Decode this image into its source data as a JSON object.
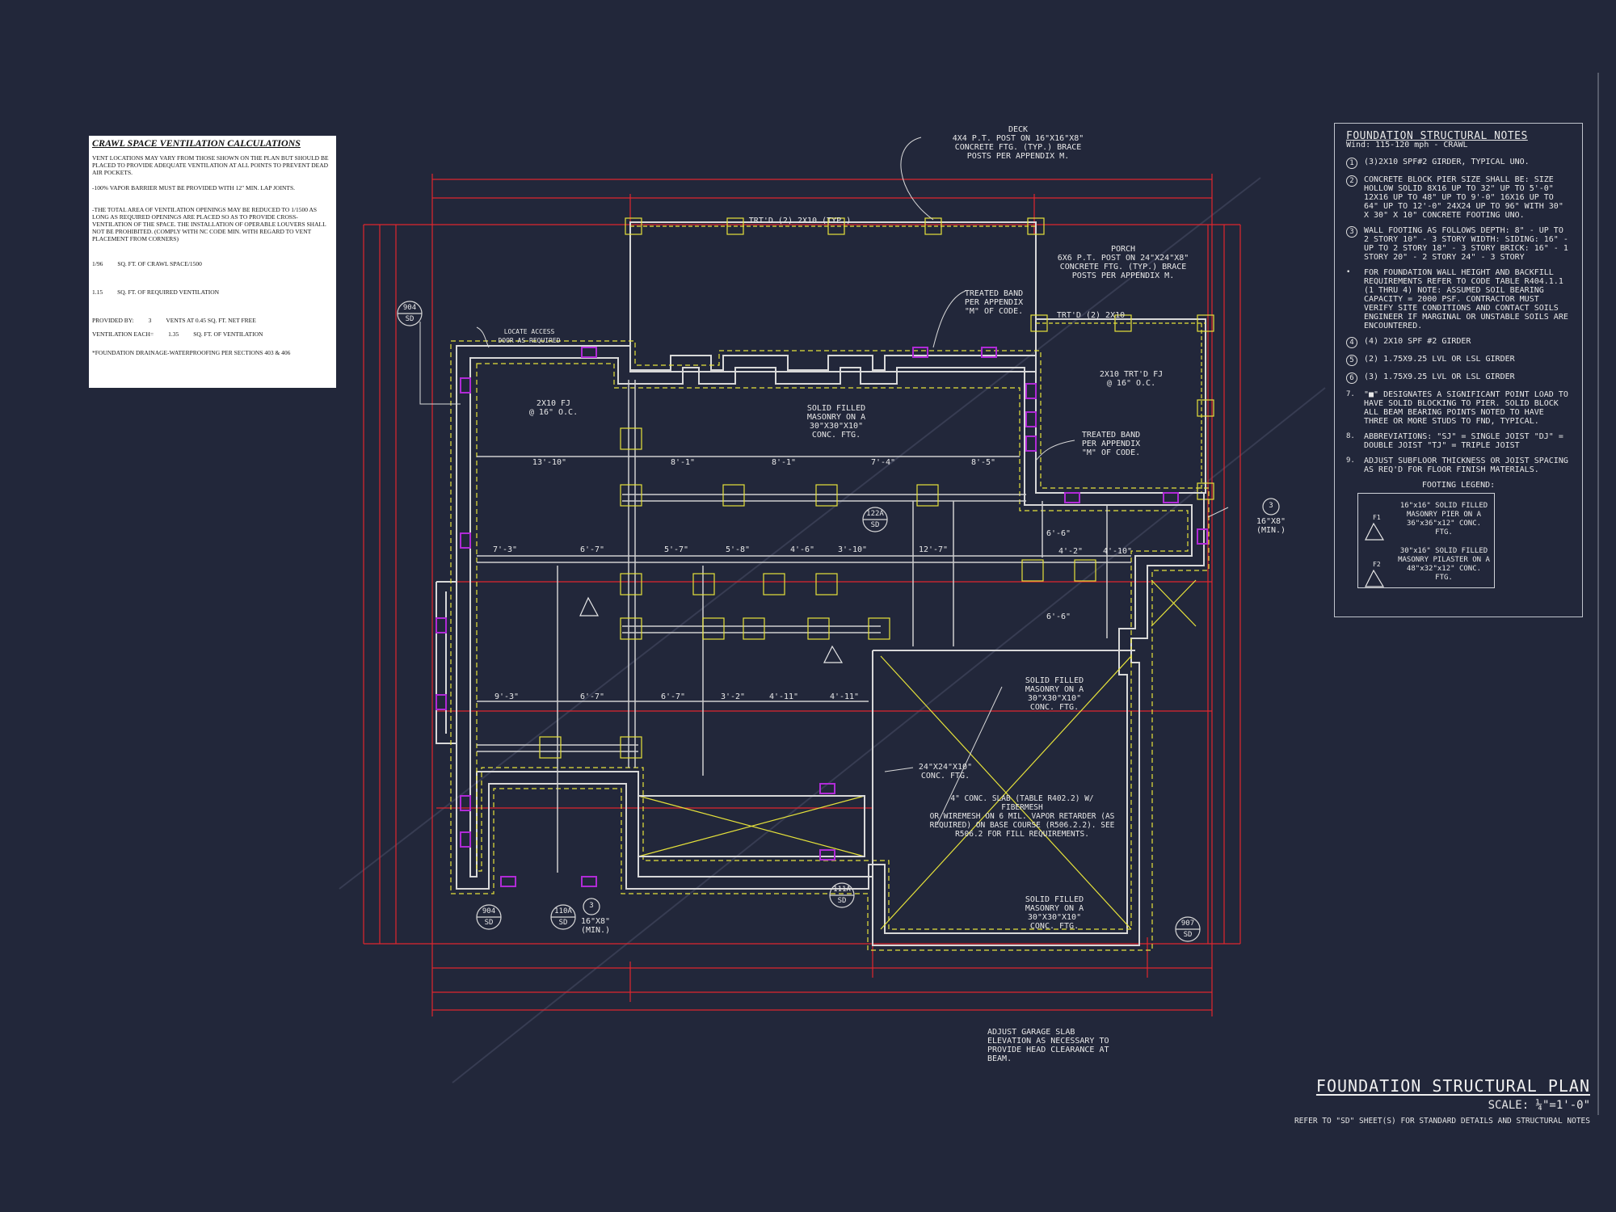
{
  "calc": {
    "title": "CRAWL SPACE VENTILATION CALCULATIONS",
    "p1": "VENT LOCATIONS MAY VARY FROM THOSE SHOWN ON THE PLAN BUT SHOULD BE PLACED TO PROVIDE ADEQUATE VENTILATION AT ALL POINTS TO PREVENT DEAD AIR POCKETS.",
    "p2": "-100% VAPOR BARRIER MUST BE PROVIDED WITH 12\" MIN. LAP JOINTS.",
    "p3": "-THE TOTAL AREA OF VENTILATION OPENINGS MAY BE REDUCED TO 1/1500 AS LONG AS REQUIRED OPENINGS ARE PLACED SO AS TO PROVIDE CROSS-VENTILATION OF THE SPACE. THE INSTALLATION OF OPERABLE LOUVERS SHALL NOT BE PROHIBITED. (COMPLY WITH NC CODE MIN. WITH REGARD TO VENT PLACEMENT FROM CORNERS)",
    "r1a": "1/96",
    "r1b": "SQ. FT. OF CRAWL SPACE/1500",
    "r2a": "1.15",
    "r2b": "SQ. FT. OF REQUIRED VENTILATION",
    "r3a": "PROVIDED BY:",
    "r3b": "3",
    "r3c": "VENTS AT 0.45 SQ. FT. NET FREE",
    "r4a": "VENTILATION EACH=",
    "r4b": "1.35",
    "r4c": "SQ. FT. OF VENTILATION",
    "foot": "*FOUNDATION DRAINAGE-WATERPROOFING PER SECTIONS 403 & 406"
  },
  "notes": {
    "title": "FOUNDATION STRUCTURAL NOTES",
    "wind": "Wind: 115-120 mph - CRAWL",
    "n1": "(3)2x10 SPF#2 GIRDER, TYPICAL UNO.",
    "n2": "CONCRETE BLOCK PIER SIZE SHALL BE: SIZE HOLLOW SOLID 8x16 UP TO 32\" UP TO 5'-0\" 12x16 UP TO 48\" UP TO 9'-0\" 16x16 UP TO 64\" UP TO 12'-0\" 24x24 UP TO 96\" WITH 30\" x 30\" x 10\" CONCRETE FOOTING UNO.",
    "n3": "WALL FOOTING AS FOLLOWS DEPTH: 8\" - UP TO 2 STORY 10\" - 3 STORY WIDTH: SIDING: 16\" - UP TO 2 STORY 18\" - 3 STORY BRICK: 16\" - 1 STORY 20\" - 2 STORY 24\" - 3 STORY",
    "n4b": "FOR FOUNDATION WALL HEIGHT AND BACKFILL REQUIREMENTS REFER TO CODE TABLE R404.1.1 (1 THRU 4) NOTE: ASSUMED SOIL BEARING CAPACITY = 2000 PSF. CONTRACTOR MUST VERIFY SITE CONDITIONS AND CONTACT SOILS ENGINEER IF MARGINAL OR UNSTABLE SOILS ARE ENCOUNTERED.",
    "n4": "(4) 2x10 SPF #2 GIRDER",
    "n5": "(2) 1.75x9.25 LVL OR LSL GIRDER",
    "n6": "(3) 1.75x9.25 LVL OR LSL GIRDER",
    "n7": "\"■\" DESIGNATES A SIGNIFICANT POINT LOAD TO HAVE SOLID BLOCKING TO PIER. SOLID BLOCK ALL BEAM BEARING POINTS NOTED TO HAVE THREE OR MORE STUDS TO FND, TYPICAL.",
    "n8": "ABBREVIATIONS: \"SJ\" = SINGLE JOIST \"DJ\" = DOUBLE JOIST \"TJ\" = TRIPLE JOIST",
    "n9": "ADJUST SUBFLOOR THICKNESS OR JOIST SPACING AS REQ'D FOR FLOOR FINISH MATERIALS.",
    "legend_title": "FOOTING LEGEND:",
    "f1_tag": "F1",
    "f1": "16\"x16\" SOLID FILLED MASONRY PIER ON A 36\"x36\"x12\" CONC. FTG.",
    "f2_tag": "F2",
    "f2": "30\"x16\" SOLID FILLED MASONRY PILASTER ON A 48\"x32\"x12\" CONC. FTG."
  },
  "labels": {
    "deck": "DECK\n4x4 P.T. POST ON 16\"x16\"x8\"\nCONCRETE FTG. (TYP.) BRACE\nPOSTS PER APPENDIX M.",
    "porch": "PORCH\n6x6 P.T. POST ON 24\"x24\"x8\"\nCONCRETE FTG. (TYP.) BRACE\nPOSTS PER APPENDIX M.",
    "trtd_deck": "TRT'D (2) 2x10 (TYP.)",
    "trtd_porch": "TRT'D (2) 2x10",
    "band1": "TREATED BAND\nPER APPENDIX\n\"M\" OF CODE.",
    "band2": "TREATED BAND\nPER APPENDIX\n\"M\" OF CODE.",
    "porch_fj": "2x10 TRT'D FJ\n@ 16\" O.C.",
    "access": "LOCATE ACCESS\nDOOR AS REQUIRED",
    "fj_a": "2x10 FJ\n@ 16\" O.C.",
    "solid1": "SOLID FILLED\nMASONRY ON A\n30\"x30\"x10\"\nCONC. FTG.",
    "solid2": "SOLID FILLED\nMASONRY ON A\n30\"x30\"x10\"\nCONC. FTG.",
    "solid3": "SOLID FILLED\nMASONRY ON A\n30\"x30\"x10\"\nCONC. FTG.",
    "ftg24": "24\"x24\"x10\"\nCONC. FTG.",
    "slab": "4\" CONC. SLAB (TABLE R402.2) w/ FIBERMESH\nOR WIREMESH ON 6 MIL. VAPOR RETARDER (AS\nREQUIRED) ON BASE COURSE (R506.2.2). SEE\nR506.2 FOR FILL REQUIREMENTS.",
    "garage": "ADJUST GARAGE SLAB\nELEVATION AS NECESSARY TO\nPROVIDE HEAD CLEARANCE AT\nBEAM.",
    "min16a": "16\"x8\"\n(MIN.)",
    "min16b": "16\"x8\"\n(MIN.)",
    "d1": "13'-10\"",
    "d2": "8'-1\"",
    "d3": "8'-1\"",
    "d4": "7'-4\"",
    "d5": "8'-5\"",
    "d6": "7'-3\"",
    "d7": "6'-7\"",
    "d8": "5'-7\"",
    "d9": "5'-8\"",
    "d10": "4'-6\"",
    "d11": "3'-10\"",
    "d12": "12'-7\"",
    "d13": "9'-3\"",
    "d14": "6'-7\"",
    "d15": "6'-7\"",
    "d16": "3'-2\"",
    "d17": "4'-11\"",
    "d18": "4'-11\"",
    "d19": "4'-2\"",
    "d20": "4'-10\"",
    "d21": "6'-6\"",
    "d22": "6'-6\""
  },
  "tags": {
    "t904a": "904",
    "sd": "SD",
    "t122a": "122A",
    "t111a": "111A",
    "t110a": "110A",
    "t904b": "904",
    "t907": "907",
    "t3": "3"
  },
  "title_block": {
    "title": "FOUNDATION STRUCTURAL PLAN",
    "scale": "SCALE: ¼\"=1'-0\"",
    "ref": "REFER TO \"SD\" SHEET(S) FOR STANDARD DETAILS AND STRUCTURAL NOTES"
  },
  "colors": {
    "background": "#22273a",
    "dimension": "#e0262e",
    "wall": "#d8d8d8",
    "footing": "#e6e23a",
    "vent": "#b02bd6"
  }
}
